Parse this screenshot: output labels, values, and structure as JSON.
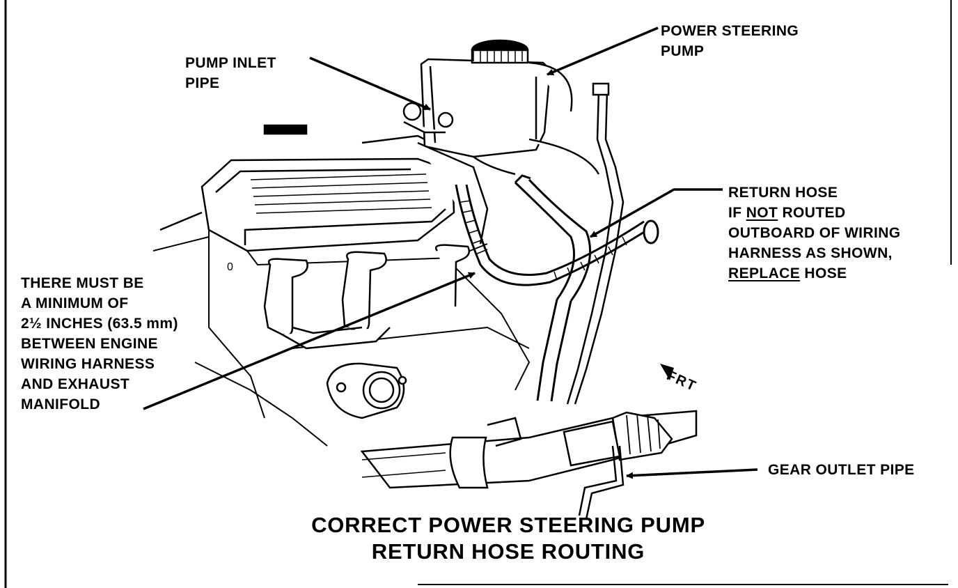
{
  "labels": {
    "pump_inlet_pipe": [
      "PUMP INLET",
      "PIPE"
    ],
    "power_steering_pump": [
      "POWER STEERING",
      "PUMP"
    ],
    "return_hose": {
      "line1": "RETURN HOSE",
      "line2_pre": "IF ",
      "line2_underlined": "NOT",
      "line2_post": " ROUTED",
      "line3": "OUTBOARD OF WIRING",
      "line4": "HARNESS AS SHOWN,",
      "line5_underlined": "REPLACE",
      "line5_post": " HOSE"
    },
    "minimum_clearance": [
      "THERE MUST BE",
      "A MINIMUM OF",
      "2½ INCHES (63.5 mm)",
      "BETWEEN ENGINE",
      "WIRING HARNESS",
      "AND EXHAUST",
      "MANIFOLD"
    ],
    "gear_outlet_pipe": "GEAR OUTLET PIPE",
    "front_indicator": "FRT"
  },
  "title": [
    "CORRECT POWER STEERING PUMP",
    "RETURN HOSE ROUTING"
  ],
  "colors": {
    "ink": "#000000",
    "paper": "#ffffff"
  }
}
